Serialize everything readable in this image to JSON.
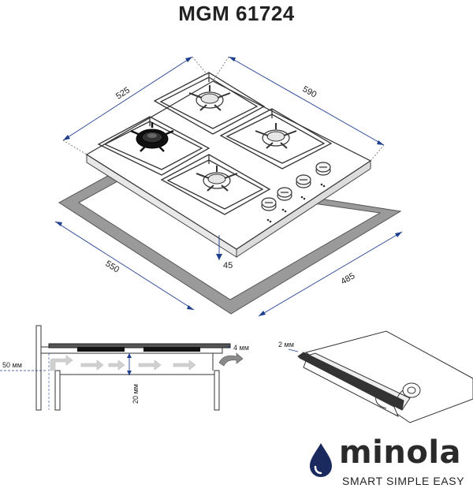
{
  "title": "MGM 61724",
  "dimensions": {
    "hob_depth": "525",
    "hob_width": "590",
    "cutout_width": "550",
    "cutout_depth": "485",
    "front_offset": "45"
  },
  "side_view": {
    "gap_top": "4 мм",
    "gap_side": "50 мм",
    "gap_below": "20 мм"
  },
  "seal_view": {
    "seal_thickness": "2 мм"
  },
  "brand": {
    "name": "minola",
    "tagline": "SMART SIMPLE EASY",
    "colors": {
      "drop": "#1b2a5e",
      "text": "#2a2a2a"
    }
  },
  "colors": {
    "line": "#333333",
    "dim_line": "#1f3f8f",
    "cutout_fill": "#9a9a9a",
    "burner_dark": "#111111",
    "arrow_fill": "#d0d0d0"
  }
}
